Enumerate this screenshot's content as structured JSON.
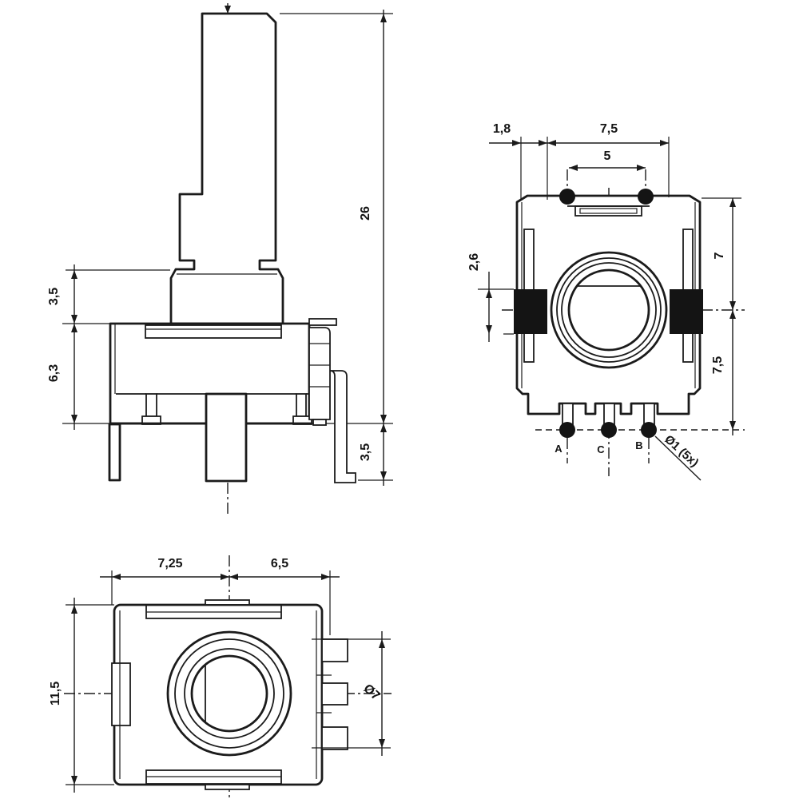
{
  "meta": {
    "type": "technical-dimension-drawing",
    "subject": "rotary encoder / potentiometer, three orthographic views",
    "units": "mm",
    "colors": {
      "background": "#ffffff",
      "line": "#1b1b1b",
      "solid_fill": "#141414"
    }
  },
  "side_view": {
    "total_height": "26",
    "collar_height": "3,5",
    "body_height": "6,3",
    "pin_protrusion": "3,5"
  },
  "top_view": {
    "edge_offset": "1,8",
    "mount_pin_span": "7,5",
    "mount_pin_pitch": "5",
    "side_tab_height": "2,6",
    "upper_half": "7",
    "lower_half": "7,5",
    "terminal_dia_note": "Ø1 (5x)",
    "terminal_a": "A",
    "terminal_c": "C",
    "terminal_b": "B"
  },
  "bottom_view": {
    "width_left": "7,25",
    "width_right": "6,5",
    "body_height": "11,5",
    "bushing_dia": "Ø7"
  }
}
